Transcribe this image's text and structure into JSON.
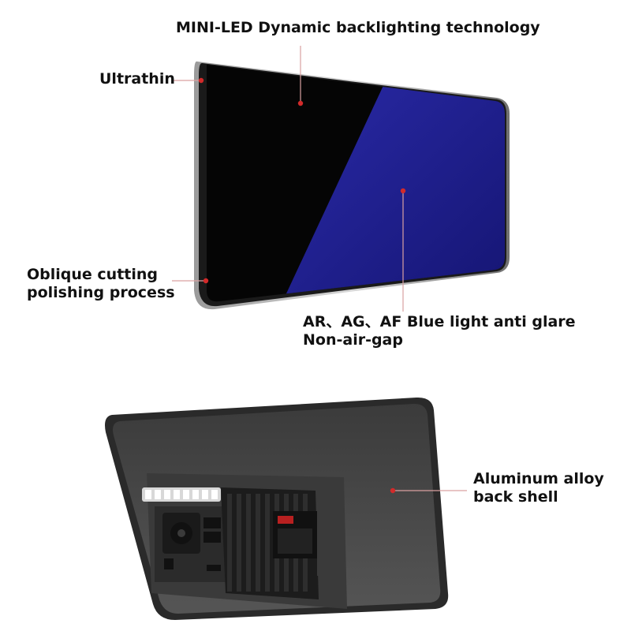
{
  "callouts": {
    "mini_led": "MINI-LED Dynamic backlighting technology",
    "ultrathin": "Ultrathin",
    "oblique_line1": "Oblique cutting",
    "oblique_line2": "polishing process",
    "anti_glare_line1": "AR、AG、AF Blue light anti glare",
    "anti_glare_line2": "Non-air-gap",
    "aluminum_line1": "Aluminum alloy",
    "aluminum_line2": "back shell"
  },
  "colors": {
    "callout_dot": "#d22a2a",
    "callout_line": "#d9a0a0",
    "screen_black": "#050505",
    "screen_blue": "#1a1a8c",
    "shell_gray": "#4a4a4a"
  }
}
